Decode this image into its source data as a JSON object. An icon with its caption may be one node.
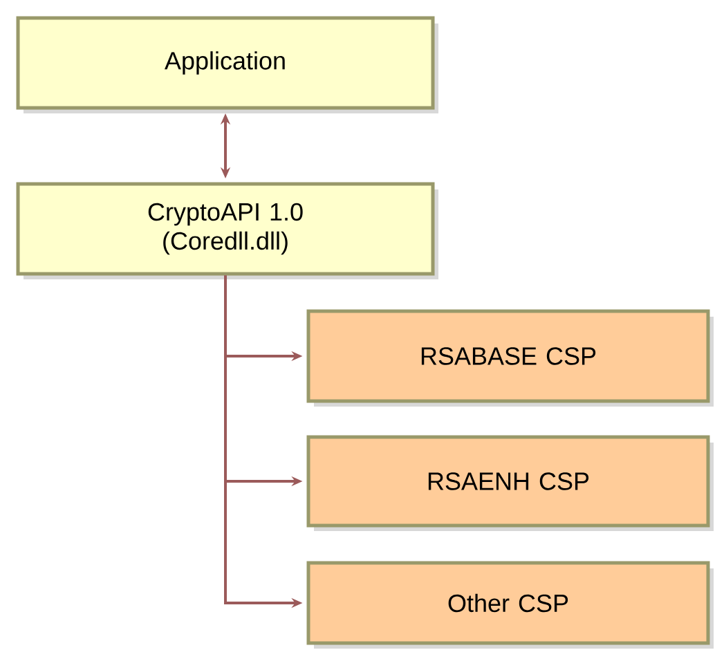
{
  "diagram": {
    "nodes": [
      {
        "text": [
          "Application"
        ]
      },
      {
        "text": [
          "CryptoAPI 1.0 (Coredll.dll)"
        ]
      },
      {
        "text": [
          "RSABASE CSP"
        ]
      },
      {
        "text": [
          "RSAENH CSP"
        ]
      },
      {
        "text": [
          "Other CSP"
        ]
      }
    ],
    "edges": [
      {
        "from": 0,
        "to": 1,
        "arrow": "both"
      },
      {
        "from": 1,
        "to": 2,
        "arrow": "to"
      },
      {
        "from": 1,
        "to": 3,
        "arrow": "to"
      },
      {
        "from": 1,
        "to": 4,
        "arrow": "to"
      }
    ]
  }
}
